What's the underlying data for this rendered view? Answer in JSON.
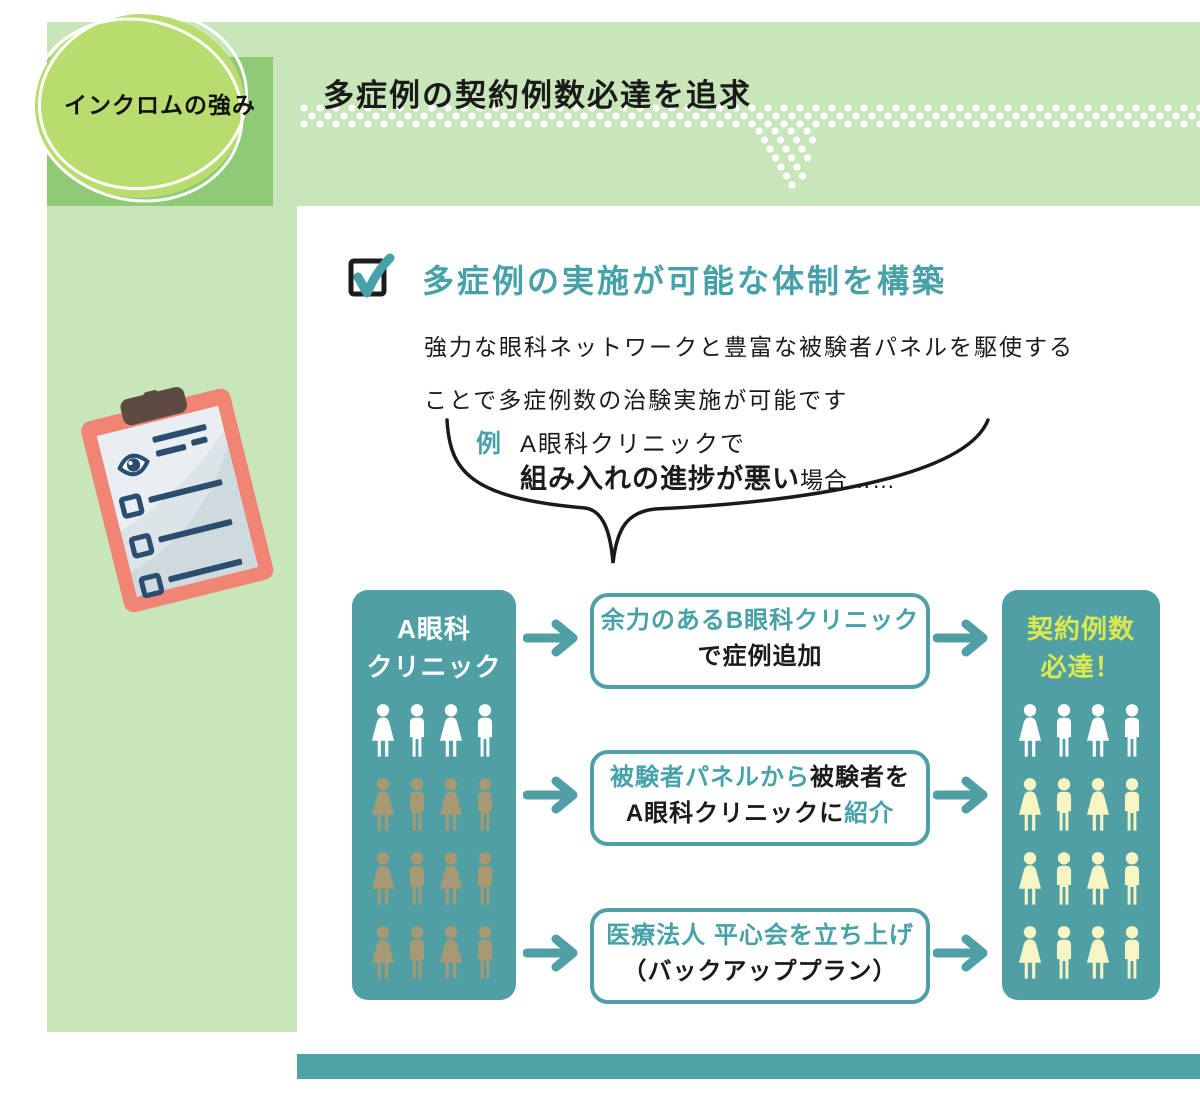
{
  "badge": {
    "label": "インクロムの強み"
  },
  "header": {
    "title": "多症例の契約例数必達を追求"
  },
  "section": {
    "heading": "多症例の実施が可能な体制を構築",
    "body_lines": [
      "強力な眼科ネットワークと豊富な被験者パネルを駆使する",
      "ことで多症例数の治験実施が可能です"
    ]
  },
  "bubble": {
    "tag": "例",
    "line1": "A眼科クリニックで",
    "line2_bold": "組み入れの進捗が悪い",
    "line2_rest": "場合……"
  },
  "diagram": {
    "source_box": {
      "lines": [
        "A眼科",
        "クリニック"
      ],
      "people_per_row": 4,
      "pattern": [
        "woman",
        "man",
        "woman",
        "man"
      ],
      "people_rows": [
        "#ffffff",
        "#a69974",
        "#a69974",
        "#a69974"
      ]
    },
    "result_box": {
      "lines": [
        "契約例数",
        "必達！"
      ],
      "people_per_row": 4,
      "pattern": [
        "woman",
        "man",
        "woman",
        "man"
      ],
      "people_rows": [
        "#ffffff",
        "#f7f5c3",
        "#f7f5c3",
        "#f7f5c3"
      ]
    },
    "steps": [
      {
        "lines": [
          [
            {
              "t": "余力のあるB眼科クリニック",
              "c": "teal"
            }
          ],
          [
            {
              "t": "で症例追加",
              "c": "black"
            }
          ]
        ]
      },
      {
        "lines": [
          [
            {
              "t": "被験者パネルから",
              "c": "teal"
            },
            {
              "t": "被験者を",
              "c": "black"
            }
          ],
          [
            {
              "t": "A眼科クリニックに",
              "c": "black"
            },
            {
              "t": "紹介",
              "c": "teal"
            }
          ]
        ]
      },
      {
        "lines": [
          [
            {
              "t": "医療法人 平心会を立ち上げ",
              "c": "teal"
            }
          ],
          [
            {
              "t": "（バックアッププラン）",
              "c": "black"
            }
          ]
        ]
      }
    ]
  },
  "colors": {
    "banner_green": "#c9e6ba",
    "panel_green": "#8fca74",
    "blob_green": "#b9dc6e",
    "teal": "#4f9fa4",
    "teal_text": "#46a1a8",
    "tan_person": "#a69974",
    "cream_person": "#f7f5c3",
    "yellow_text": "#dce94e",
    "clipboard_red": "#f08576",
    "clip_brown": "#5d4a41",
    "paper": "#dce4e8",
    "navy": "#2b4d6f"
  }
}
